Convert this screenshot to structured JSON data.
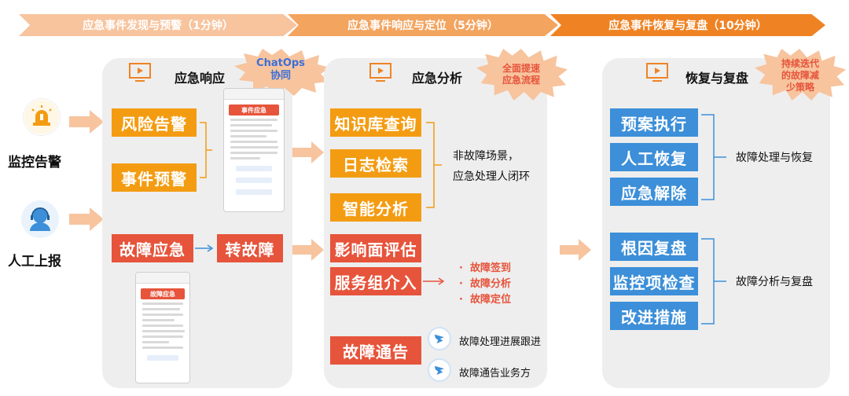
{
  "phases": {
    "p1": "应急事件发现与预警（1分钟）",
    "p2": "应急事件响应与定位（5分钟）",
    "p3": "应急事件恢复与复盘（10分钟）"
  },
  "sources": {
    "monitor": "监控告警",
    "manual": "人工上报"
  },
  "panel1": {
    "title": "应急响应",
    "burst_line1": "ChatOps",
    "burst_line2": "协同",
    "risk_alert": "风险告警",
    "event_warning": "事件预警",
    "fault_emergency": "故障应急",
    "to_fault": "转故障",
    "phone1_head": "事件应急",
    "phone2_head": "故障应急"
  },
  "panel2": {
    "title": "应急分析",
    "burst_line1": "全面提速",
    "burst_line2": "应急流程",
    "kb_query": "知识库查询",
    "log_search": "日志检索",
    "smart_analysis": "智能分析",
    "non_fault_line1": "非故障场景，",
    "non_fault_line2": "应急处理人闭环",
    "impact_eval": "影响面评估",
    "service_group": "服务组介入",
    "bullets": [
      "故障签到",
      "故障分析",
      "故障定位"
    ],
    "fault_notice": "故障通告",
    "notice_item1": "故障处理进展跟进",
    "notice_item2": "故障通告业务方"
  },
  "panel3": {
    "title": "恢复与复盘",
    "burst_line1": "持续迭代",
    "burst_line2": "的故障减",
    "burst_line3": "少策略",
    "plan_exec": "预案执行",
    "manual_recover": "人工恢复",
    "emergency_release": "应急解除",
    "recover_label": "故障处理与恢复",
    "root_cause": "根因复盘",
    "monitor_check": "监控项检查",
    "improve": "改进措施",
    "review_label": "故障分析与复盘"
  },
  "colors": {
    "orange_box": "#f39c12",
    "red_box": "#e6543b",
    "blue_box": "#3c8fd8",
    "phase1": "#f7c49e",
    "phase2": "#f3a45f",
    "phase3": "#ef8324"
  }
}
